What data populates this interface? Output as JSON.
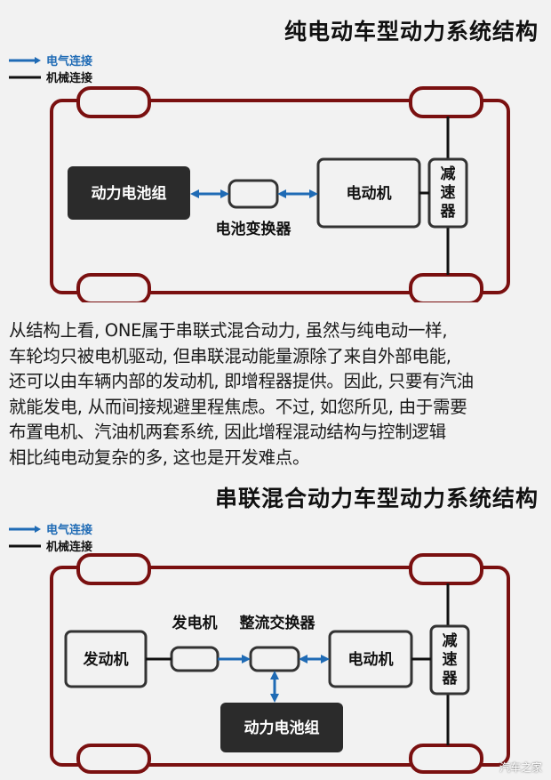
{
  "section1": {
    "title": "纯电动车型动力系统结构",
    "legend": {
      "electric": "电气连接",
      "mechanical": "机械连接"
    },
    "boxes": {
      "battery": "动力电池组",
      "converter": "电池变换器",
      "motor": "电动机",
      "reducer": [
        "减",
        "速",
        "器"
      ]
    }
  },
  "paragraph": {
    "lines": [
      "从结构上看, ONE属于串联式混合动力, 虽然与纯电动一样,",
      "车轮均只被电机驱动, 但串联混动能量源除了来自外部电能,",
      "还可以由车辆内部的发动机, 即增程器提供。因此, 只要有汽油",
      "就能发电, 从而间接规避里程焦虑。不过, 如您所见, 由于需要",
      "布置电机、汽油机两套系统, 因此增程混动结构与控制逻辑",
      "相比纯电动复杂的多, 这也是开发难点。"
    ]
  },
  "section2": {
    "title": "串联混合动力车型动力系统结构",
    "legend": {
      "electric": "电气连接",
      "mechanical": "机械连接"
    },
    "boxes": {
      "engine": "发动机",
      "generator": "发电机",
      "rectifier": "整流交换器",
      "motor": "电动机",
      "battery": "动力电池组",
      "reducer": [
        "减",
        "速",
        "器"
      ]
    }
  },
  "watermark": "汽车之家",
  "colors": {
    "frame": "#7a1010",
    "electric": "#1f6bb5",
    "mechanical": "#111111",
    "battery_fill": "#2b2b2b"
  }
}
